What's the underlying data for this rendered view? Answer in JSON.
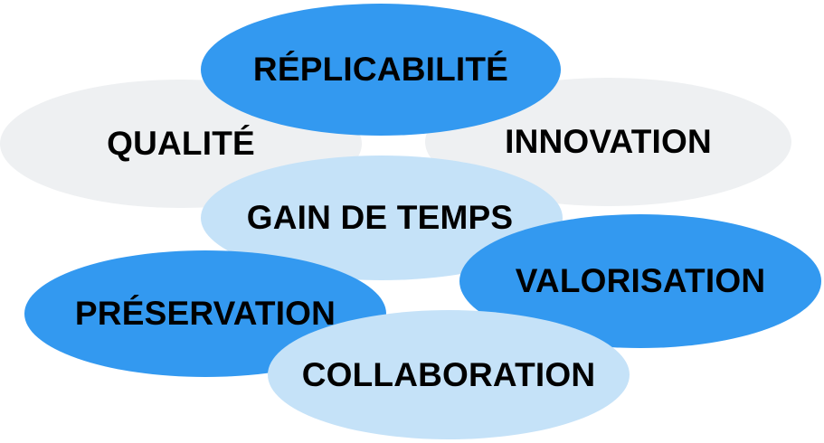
{
  "colors": {
    "dark_blue": "#3399f0",
    "light_blue": "#c5e2f8",
    "light_gray": "#eef0f2",
    "text": "#000000"
  },
  "ellipses": [
    {
      "key": "replicabilite",
      "label": "RÉPLICABILITÉ",
      "color": "dark_blue"
    },
    {
      "key": "qualite",
      "label": "QUALITÉ",
      "color": "light_gray"
    },
    {
      "key": "innovation",
      "label": "INNOVATION",
      "color": "light_gray"
    },
    {
      "key": "gain_de_temps",
      "label": "GAIN DE TEMPS",
      "color": "light_blue"
    },
    {
      "key": "valorisation",
      "label": "VALORISATION",
      "color": "dark_blue"
    },
    {
      "key": "preservation",
      "label": "PRÉSERVATION",
      "color": "dark_blue"
    },
    {
      "key": "collaboration",
      "label": "COLLABORATION",
      "color": "light_blue"
    }
  ]
}
